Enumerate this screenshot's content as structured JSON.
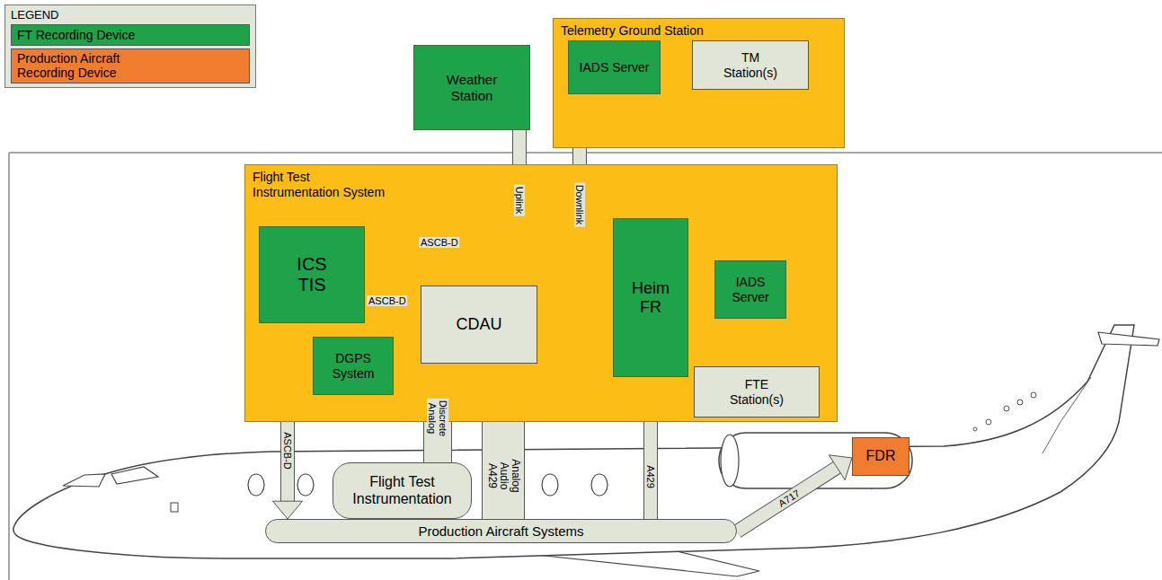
{
  "diagram": {
    "nodes": [
      {
        "text": [
          "Weather Station"
        ]
      },
      {
        "text": [
          "Telemetry Ground Station"
        ]
      },
      {
        "text": [
          "IADS Server"
        ],
        "in": 1
      },
      {
        "text": [
          "TM Station(s)"
        ],
        "in": 1
      },
      {
        "text": [
          "Flight Test Instrumentation System"
        ]
      },
      {
        "text": [
          "ICS TIS"
        ],
        "in": 4
      },
      {
        "text": [
          "CDAU"
        ],
        "in": 4
      },
      {
        "text": [
          "DGPS System"
        ],
        "in": 4
      },
      {
        "text": [
          "Heim FR"
        ],
        "in": 4
      },
      {
        "text": [
          "IADS Server"
        ],
        "in": 4
      },
      {
        "text": [
          "FTE Station(s)"
        ],
        "in": 4
      },
      {
        "text": [
          "Flight Test Instrumentation"
        ]
      },
      {
        "text": [
          "Production Aircraft Systems"
        ]
      },
      {
        "text": [
          "FDR"
        ]
      }
    ],
    "edges": [
      {
        "from": 5,
        "to": 8,
        "label": "ASCB-D",
        "arrow": "to"
      },
      {
        "from": 5,
        "to": 6,
        "label": "ASCB-D",
        "arrow": "to"
      },
      {
        "from": 7,
        "to": 6,
        "arrow": "to"
      },
      {
        "from": 0,
        "to": 6,
        "label": "Uplink",
        "arrow": "to"
      },
      {
        "from": 6,
        "to": 8,
        "arrow": "to"
      },
      {
        "from": 6,
        "to": 2,
        "label": "Downlink",
        "arrow": "to"
      },
      {
        "from": 8,
        "to": 9,
        "arrow": "to"
      },
      {
        "from": 9,
        "to": 10,
        "arrow": "to"
      },
      {
        "from": 2,
        "to": 3,
        "arrow": "to"
      },
      {
        "from": 5,
        "to": 12,
        "label": "ASCB-D",
        "arrow": "both"
      },
      {
        "from": 11,
        "to": 6,
        "label": "Discrete Analog",
        "arrow": "to"
      },
      {
        "from": 12,
        "to": 6,
        "label": "Analog Audio A429",
        "arrow": "to"
      },
      {
        "from": 12,
        "to": 8,
        "label": "A429",
        "arrow": "to"
      },
      {
        "from": 12,
        "to": 13,
        "label": "A717",
        "arrow": "to"
      }
    ],
    "labels": [
      "LEGEND"
    ],
    "legend": [
      {
        "text": "FT Recording Device",
        "color": "#1ea34b"
      },
      {
        "text": "Production Aircraft Recording Device",
        "color": "#f07c30"
      }
    ]
  }
}
